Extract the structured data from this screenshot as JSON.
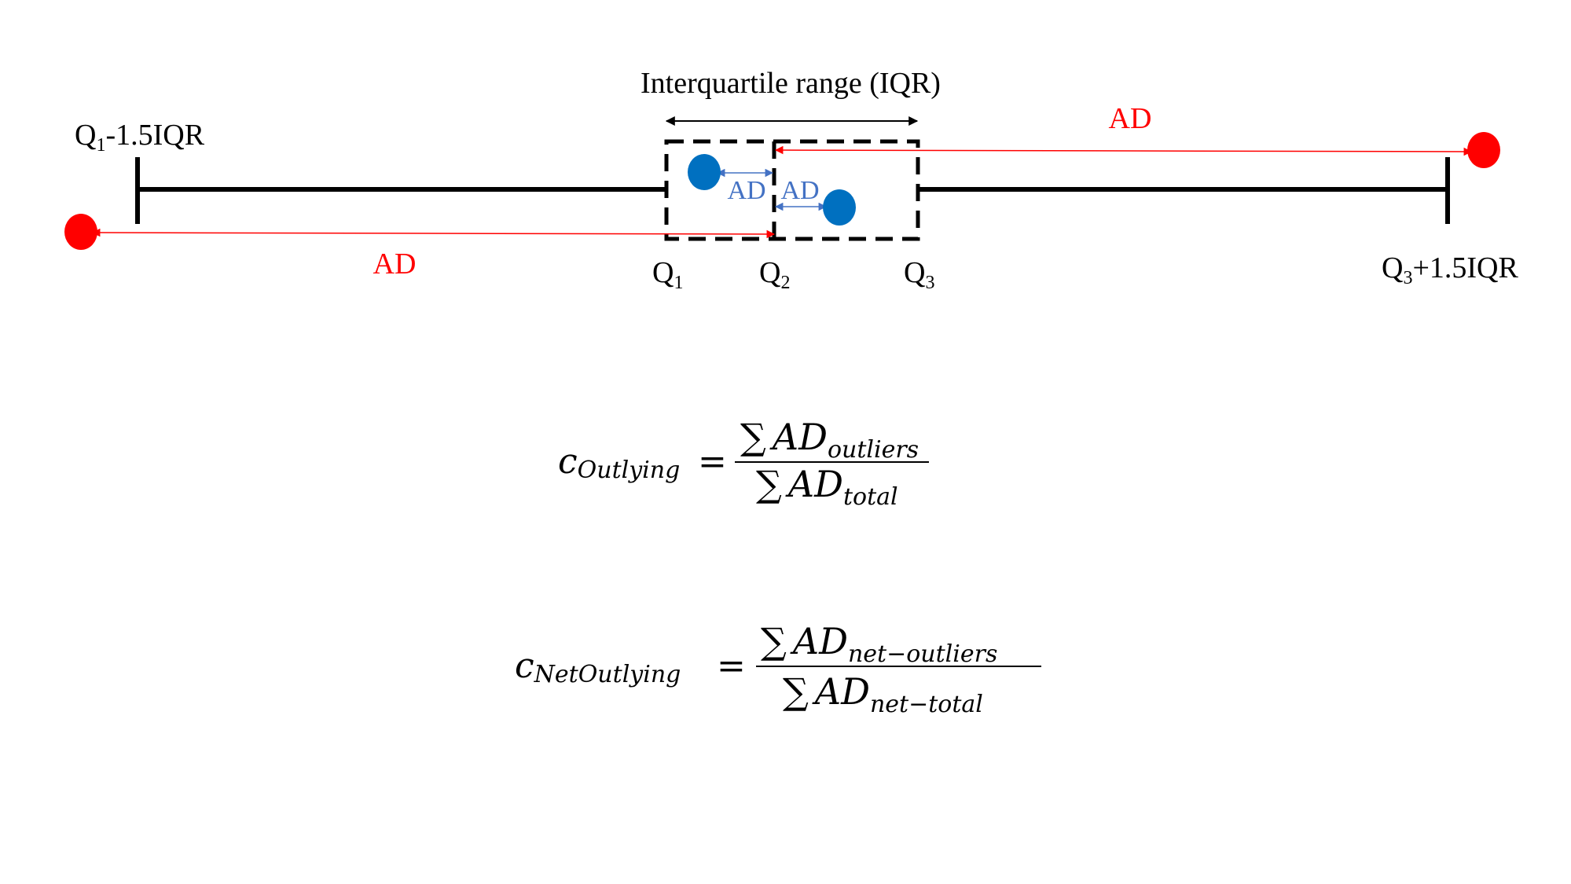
{
  "colors": {
    "outlier": "#ff0000",
    "inlier": "#0070c0",
    "inlier_arrow": "#4472c4",
    "line": "#000000"
  },
  "labels": {
    "iqr_title": "Interquartile range (IQR)",
    "lower_fence": {
      "main": "Q",
      "sub": "1",
      "rest": "-1.5IQR"
    },
    "upper_fence": {
      "main": "Q",
      "sub": "3",
      "rest": "+1.5IQR"
    },
    "q1": {
      "main": "Q",
      "sub": "1"
    },
    "q2": {
      "main": "Q",
      "sub": "2"
    },
    "q3": {
      "main": "Q",
      "sub": "3"
    },
    "ad_outlier_top": "AD",
    "ad_outlier_bottom": "AD",
    "ad_inlier_left": "AD",
    "ad_inlier_right": "AD"
  },
  "formulas": {
    "outlying": {
      "lhs_symbol": "c",
      "lhs_sub": "Outlying",
      "equals": "=",
      "sum": "∑",
      "num_main": "AD",
      "num_sub": "outliers",
      "den_main": "AD",
      "den_sub": "total"
    },
    "net_outlying": {
      "lhs_symbol": "c",
      "lhs_sub": "NetOutlying",
      "equals": "=",
      "sum": "∑",
      "num_main": "AD",
      "num_sub": "net−outliers",
      "den_main": "AD",
      "den_sub": "net−total"
    }
  }
}
